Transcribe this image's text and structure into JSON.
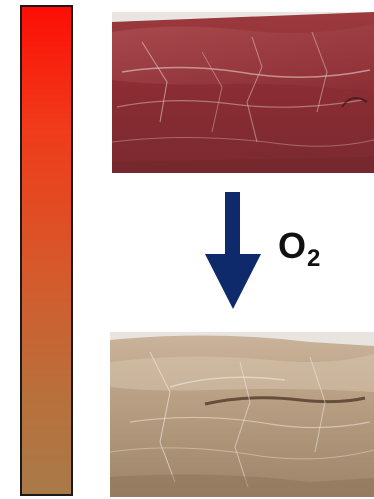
{
  "label": {
    "main": "O",
    "subscript": "2"
  },
  "colors": {
    "gradient_top": "#fd0e06",
    "gradient_bottom": "#a97a48",
    "arrow": "#0f2a6b",
    "label": "#111111"
  },
  "images": {
    "top": "raw-red-meat-photo",
    "bottom": "oxidized-brown-meat-photo"
  }
}
